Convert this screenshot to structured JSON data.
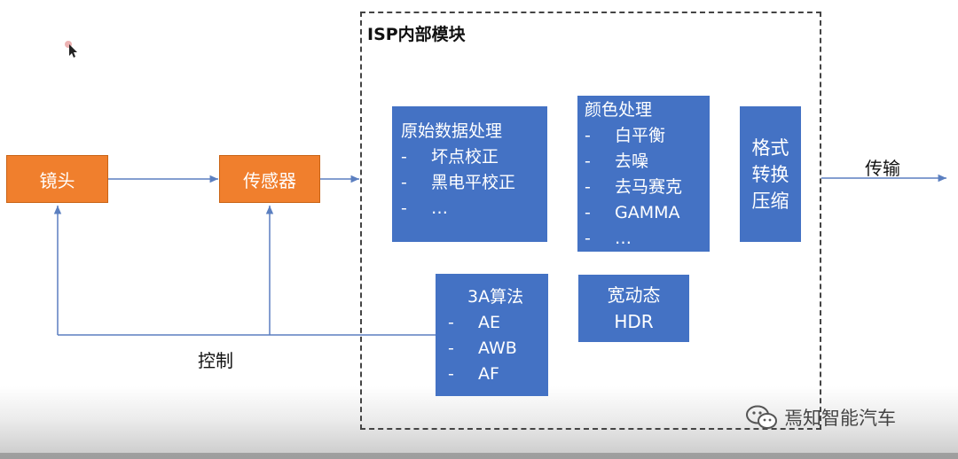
{
  "diagram": {
    "lens_label": "镜头",
    "sensor_label": "传感器",
    "control_label": "控制",
    "transmit_label": "传输",
    "isp": {
      "title": "ISP内部模块",
      "raw_processing": {
        "title": "原始数据处理",
        "items": [
          "坏点校正",
          "黑电平校正",
          "…"
        ]
      },
      "color_processing": {
        "title": "颜色处理",
        "items": [
          "白平衡",
          "去噪",
          "去马赛克",
          "GAMMA",
          "…"
        ]
      },
      "format_conversion": {
        "lines": [
          "格式",
          "转换",
          "压缩"
        ]
      },
      "algorithm_3a": {
        "title": "3A算法",
        "items": [
          "AE",
          "AWB",
          "AF"
        ]
      },
      "wdr": {
        "lines": [
          "宽动态",
          "HDR"
        ]
      }
    }
  },
  "watermark": {
    "text": "焉知智能汽车",
    "icon": "wechat-icon"
  },
  "colors": {
    "orange_block": "#f07f2d",
    "blue_block": "#4472c4",
    "wire": "#5b7fc0"
  }
}
